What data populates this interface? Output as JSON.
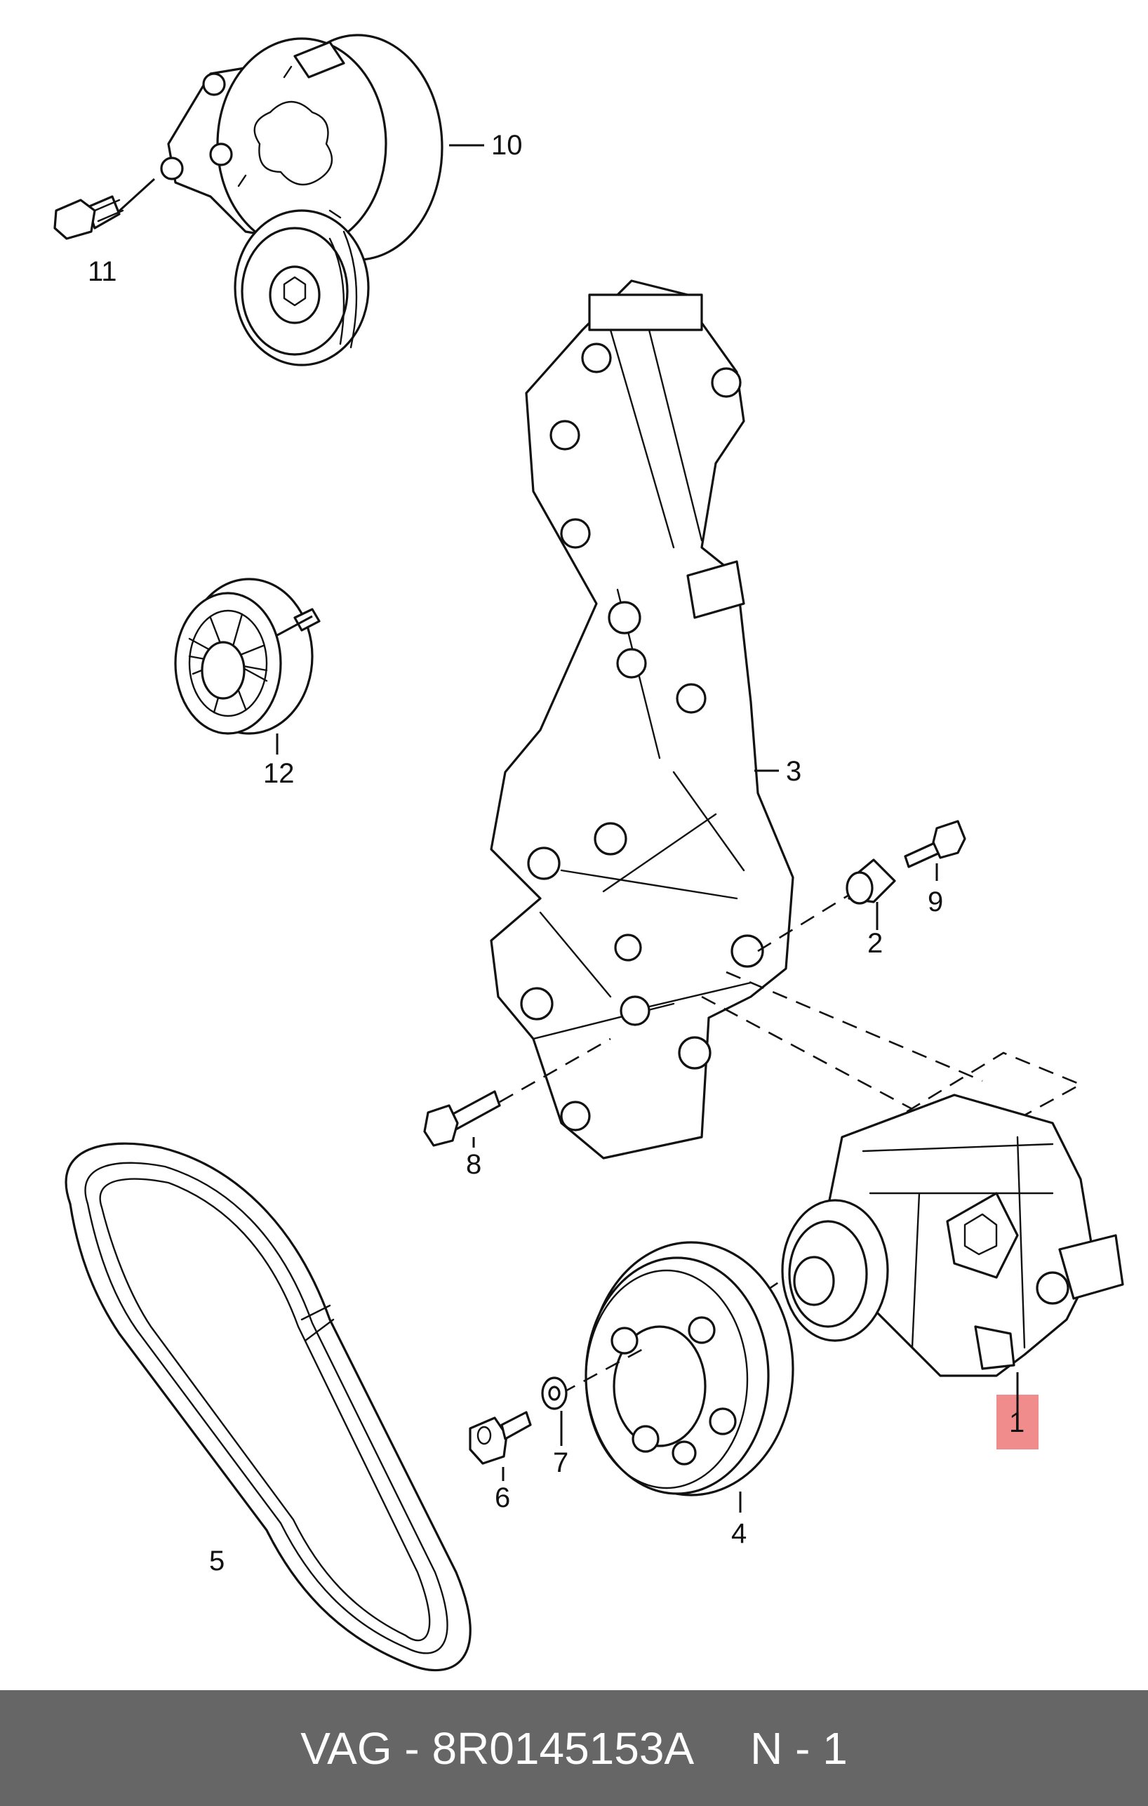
{
  "diagram": {
    "callouts": [
      {
        "id": "1",
        "label": "1",
        "highlighted": true
      },
      {
        "id": "2",
        "label": "2"
      },
      {
        "id": "3",
        "label": "3"
      },
      {
        "id": "4",
        "label": "4"
      },
      {
        "id": "5",
        "label": "5"
      },
      {
        "id": "6",
        "label": "6"
      },
      {
        "id": "7",
        "label": "7"
      },
      {
        "id": "8",
        "label": "8"
      },
      {
        "id": "9",
        "label": "9"
      },
      {
        "id": "10",
        "label": "10"
      },
      {
        "id": "11",
        "label": "11"
      },
      {
        "id": "12",
        "label": "12"
      }
    ],
    "highlight_color": "#f08c8c"
  },
  "footer": {
    "part_code": "VAG - 8R0145153A",
    "position": "N - 1",
    "background": "#666666"
  }
}
